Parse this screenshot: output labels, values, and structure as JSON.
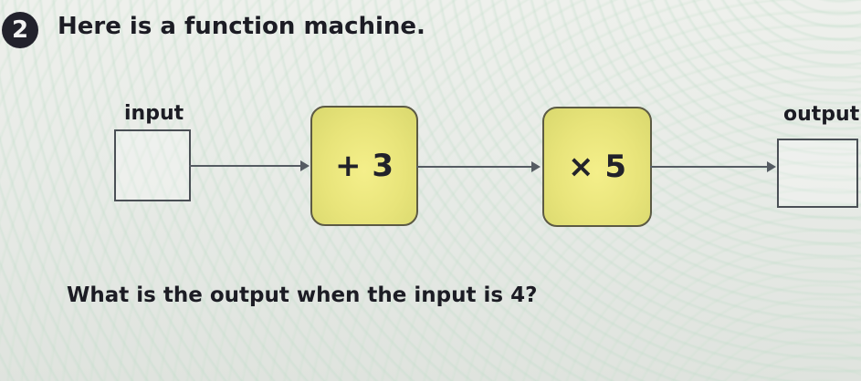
{
  "question": {
    "number": "2",
    "title": "Here is a function machine.",
    "prompt": "What is the output when the input is 4?"
  },
  "machine": {
    "input_label": "input",
    "output_label": "output",
    "operations": [
      {
        "label": "+ 3"
      },
      {
        "label": "× 5"
      }
    ]
  },
  "colors": {
    "operation_fill": "#e8e47a",
    "text": "#1c1c24",
    "number_badge": "#22222c"
  }
}
